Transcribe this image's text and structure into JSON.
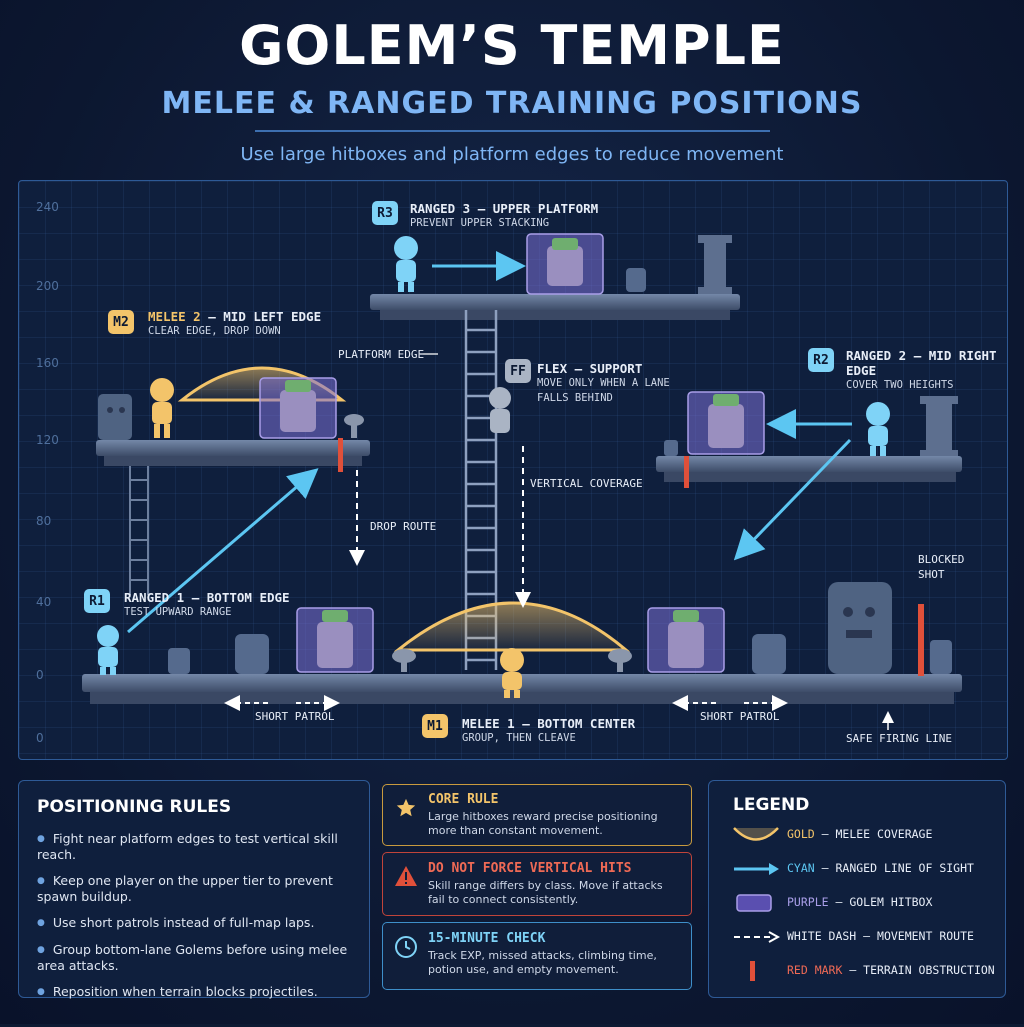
{
  "header": {
    "title": "GOLEM’S TEMPLE",
    "subtitle": "MELEE & RANGED TRAINING POSITIONS",
    "tagline": "Use large hitboxes and platform edges to reduce movement"
  },
  "axis": {
    "y_ticks": [
      "240",
      "200",
      "160",
      "120",
      "80",
      "40",
      "0",
      "0"
    ]
  },
  "positions": {
    "r3": {
      "badge": "R3",
      "title": "RANGED 3 — UPPER PLATFORM",
      "desc": "PREVENT UPPER STACKING"
    },
    "m2": {
      "badge": "M2",
      "title_a": "MELEE 2",
      "title_b": " — MID LEFT EDGE",
      "desc": "CLEAR EDGE, DROP DOWN"
    },
    "ff": {
      "badge": "FF",
      "title": "FLEX — SUPPORT",
      "desc1": "MOVE ONLY WHEN A LANE",
      "desc2": "FALLS BEHIND"
    },
    "r2": {
      "badge": "R2",
      "title": "RANGED 2 — MID RIGHT EDGE",
      "desc": "COVER TWO HEIGHTS"
    },
    "r1": {
      "badge": "R1",
      "title": "RANGED 1 — BOTTOM EDGE",
      "desc": "TEST UPWARD RANGE"
    },
    "m1": {
      "badge": "M1",
      "title": "MELEE 1 — BOTTOM CENTER",
      "desc": "GROUP, THEN CLEAVE"
    }
  },
  "map_labels": {
    "platform_edge": "PLATFORM EDGE",
    "drop_route": "DROP ROUTE",
    "vertical_coverage": "VERTICAL COVERAGE",
    "blocked_shot_1": "BLOCKED",
    "blocked_shot_2": "SHOT",
    "short_patrol_left": "SHORT PATROL",
    "short_patrol_right": "SHORT PATROL",
    "safe_firing_line": "SAFE FIRING LINE"
  },
  "rules": {
    "title": "POSITIONING RULES",
    "items": [
      "Fight near platform edges to test vertical skill reach.",
      "Keep one player on the upper tier to prevent spawn buildup.",
      "Use short patrols instead of full-map laps.",
      "Group bottom-lane Golems before using melee area attacks.",
      "Reposition when terrain blocks projectiles."
    ]
  },
  "cards": {
    "core": {
      "title": "CORE RULE",
      "line1": "Large hitboxes reward precise positioning",
      "line2": "more than constant movement."
    },
    "warn": {
      "title": "DO NOT FORCE VERTICAL HITS",
      "line1": "Skill range differs by class. Move if attacks",
      "line2": "fail to connect consistently."
    },
    "check": {
      "title": "15-MINUTE CHECK",
      "line1": "Track EXP, missed attacks, climbing time,",
      "line2": "potion use, and empty movement."
    }
  },
  "legend": {
    "title": "LEGEND",
    "items": [
      {
        "key": "GOLD",
        "desc": " — MELEE COVERAGE",
        "color": "#f3c46a"
      },
      {
        "key": "CYAN",
        "desc": " — RANGED LINE OF SIGHT",
        "color": "#5cc6f2"
      },
      {
        "key": "PURPLE",
        "desc": " — GOLEM HITBOX",
        "color": "#a99ee8"
      },
      {
        "key": "WHITE DASH",
        "desc": " — MOVEMENT ROUTE",
        "color": "#ffffff"
      },
      {
        "key": "RED MARK",
        "desc": " — TERRAIN OBSTRUCTION",
        "color": "#e0503a"
      }
    ]
  },
  "colors": {
    "gold": "#f3c46a",
    "cyan": "#5cc6f2",
    "purple": "#7c6fd6",
    "red": "#e0503a",
    "background": "#0d1a33"
  }
}
